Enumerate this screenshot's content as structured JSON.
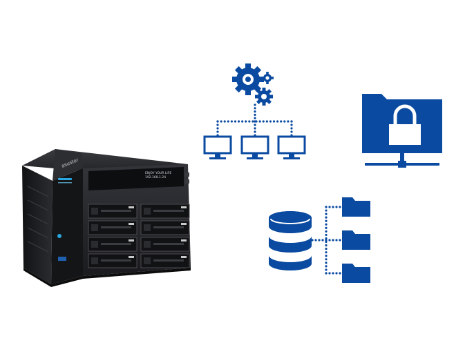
{
  "colors": {
    "accent": "#0a4aa0",
    "nas_body": "#1b1c1e",
    "nas_front": "#2a2b2e",
    "led": "#2aa7e0"
  },
  "nas": {
    "brand": "asustor",
    "display_line1": "ENJOY YOUR LIFE",
    "display_line2": "192.168.1.24",
    "bay_count": 8
  },
  "icons": {
    "gears": "gears-icon",
    "network": "network-computers-icon",
    "locked_folder": "locked-folder-icon",
    "database": "database-icon",
    "folders": "folder-icon"
  }
}
